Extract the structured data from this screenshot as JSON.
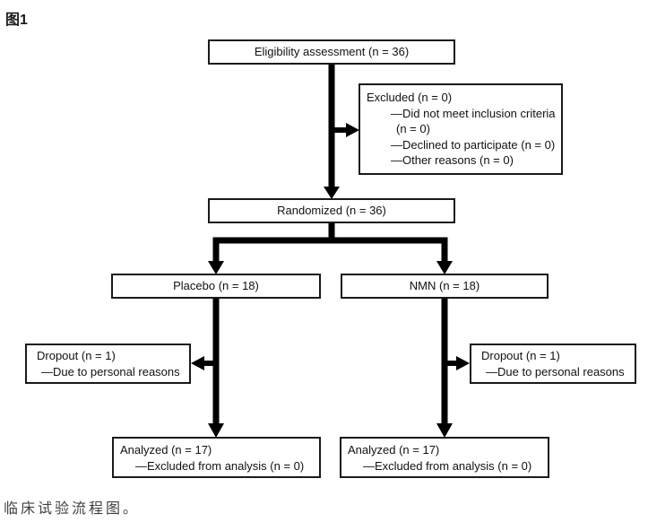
{
  "figure": {
    "title": "图1",
    "caption": "临床试验流程图。"
  },
  "flowchart": {
    "eligibility": {
      "label": "Eligibility assessment (n = 36)"
    },
    "excluded": {
      "lines": [
        "Excluded (n = 0)",
        "—Did not meet inclusion criteria",
        "(n = 0)",
        "—Declined to participate (n = 0)",
        "—Other reasons (n = 0)"
      ]
    },
    "randomized": {
      "label": "Randomized (n = 36)"
    },
    "placebo": {
      "label": "Placebo (n = 18)"
    },
    "nmn": {
      "label": "NMN (n = 18)"
    },
    "dropout_left": {
      "lines": [
        "Dropout (n = 1)",
        "—Due to personal reasons"
      ]
    },
    "dropout_right": {
      "lines": [
        "Dropout (n = 1)",
        "—Due to personal reasons"
      ]
    },
    "analyzed_left": {
      "lines": [
        "Analyzed (n = 17)",
        "—Excluded from analysis (n = 0)"
      ]
    },
    "analyzed_right": {
      "lines": [
        "Analyzed (n = 17)",
        "—Excluded from analysis (n = 0)"
      ]
    }
  },
  "colors": {
    "background": "#ffffff",
    "box_border": "#1a1a1a",
    "arrow": "#000000",
    "text": "#111111",
    "caption_text": "#404040"
  }
}
